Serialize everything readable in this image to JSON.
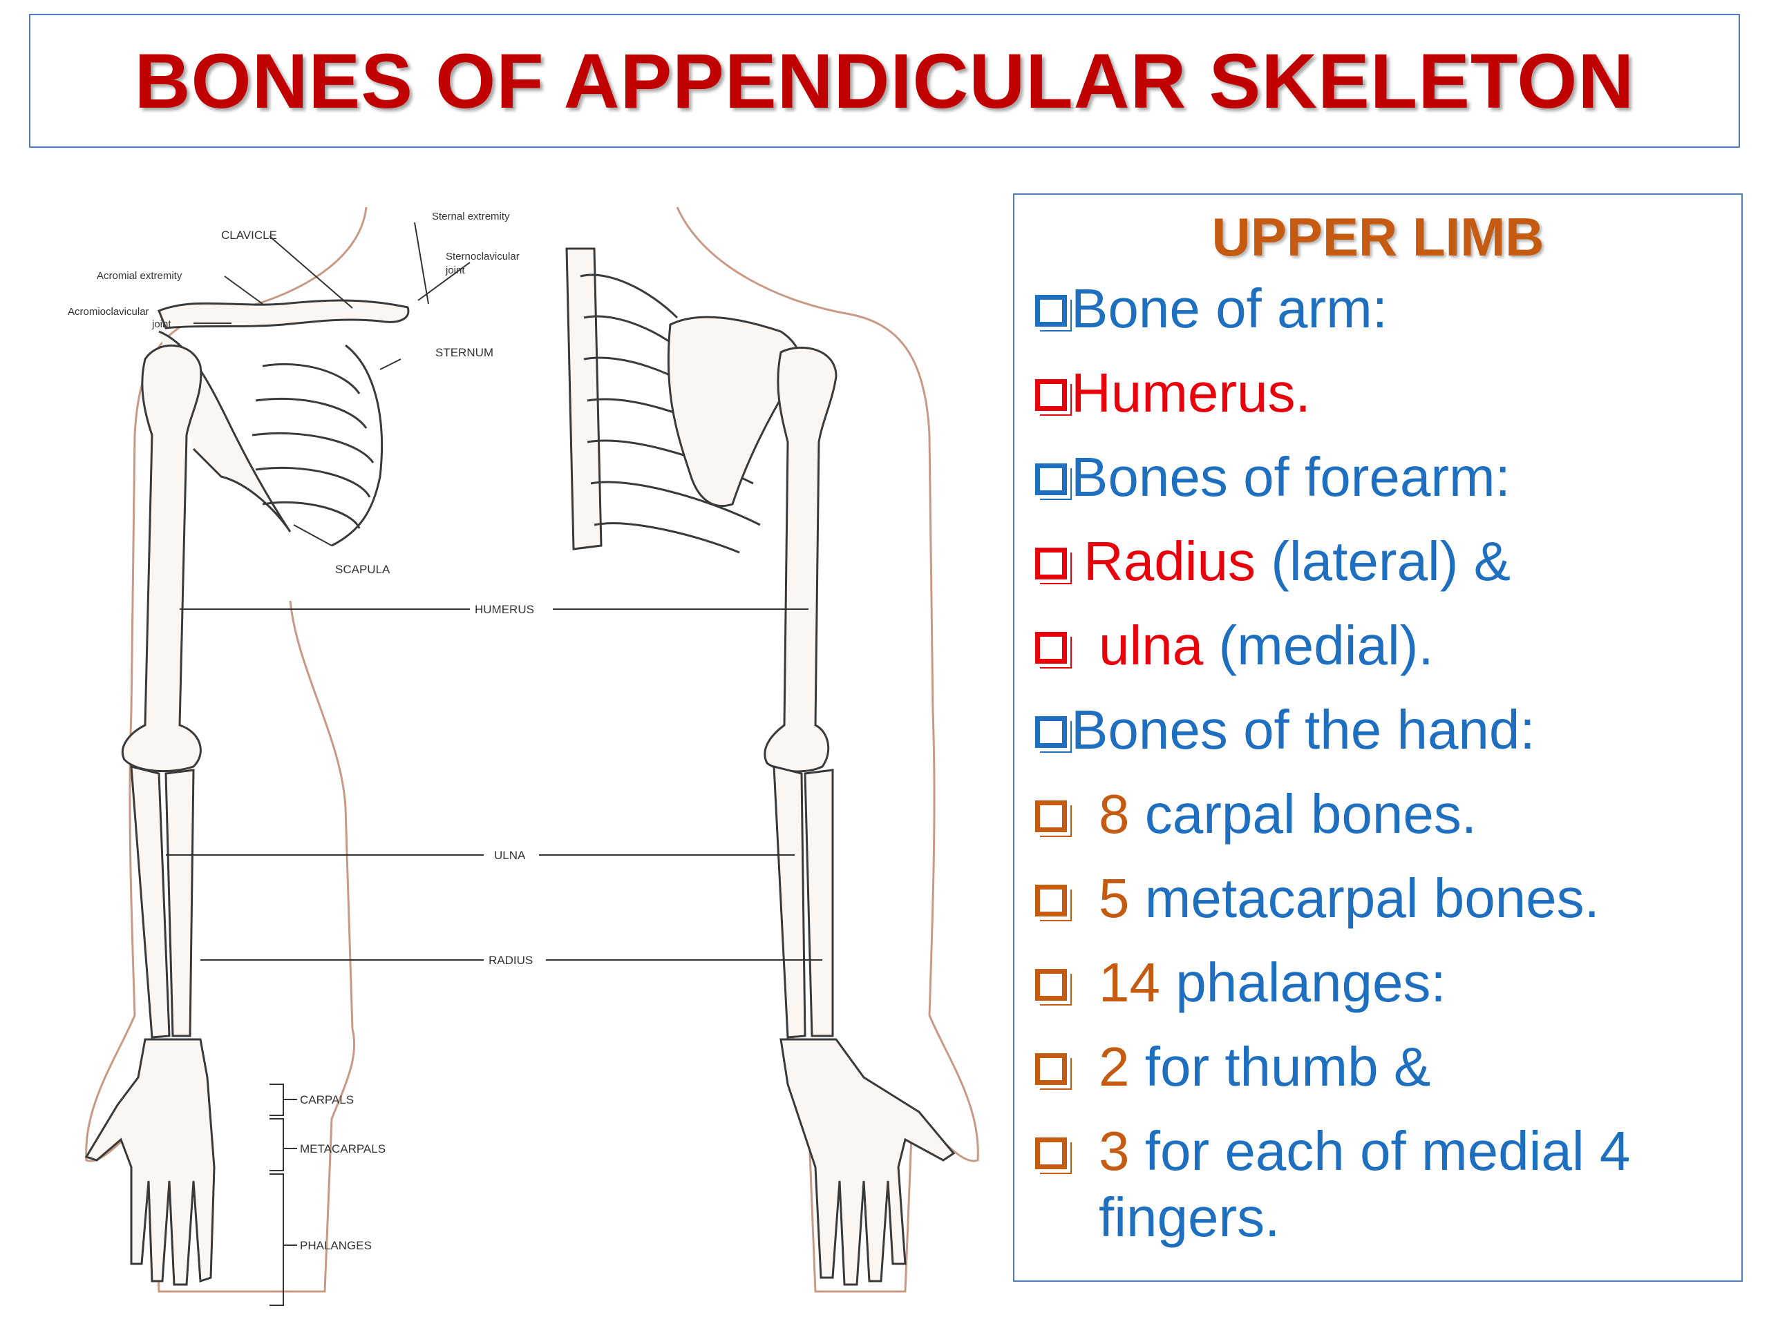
{
  "title": "BONES OF APPENDICULAR SKELETON",
  "figure_labels": {
    "clavicle": "CLAVICLE",
    "sternal_extremity": "Sternal extremity",
    "acromial_extremity": "Acromial extremity",
    "sternoclavicular_joint_1": "Sternoclavicular",
    "sternoclavicular_joint_2": "joint",
    "acromioclavicular_joint_1": "Acromioclavicular",
    "acromioclavicular_joint_2": "joint",
    "sternum": "STERNUM",
    "scapula": "SCAPULA",
    "humerus": "HUMERUS",
    "ulna": "ULNA",
    "radius": "RADIUS",
    "carpals": "CARPALS",
    "metacarpals": "METACARPALS",
    "phalanges": "PHALANGES"
  },
  "panel": {
    "heading": "UPPER LIMB",
    "items": [
      {
        "box_color": "#1f6fc0",
        "parts": [
          "Bone of arm:"
        ]
      },
      {
        "box_color": "#e8000a",
        "parts": [
          "Humerus."
        ]
      },
      {
        "box_color": "#1f6fc0",
        "parts": [
          "Bones of forearm:"
        ]
      },
      {
        "box_color": "#e8000a",
        "parts": [
          "Radius",
          " (lateral) &"
        ]
      },
      {
        "box_color": "#e8000a",
        "parts": [
          "ulna",
          " (medial)."
        ]
      },
      {
        "box_color": "#1f6fc0",
        "parts": [
          "Bones of the hand:"
        ]
      },
      {
        "box_color": "#c55a11",
        "parts": [
          "8",
          " carpal bones."
        ]
      },
      {
        "box_color": "#c55a11",
        "parts": [
          "5",
          " metacarpal bones."
        ]
      },
      {
        "box_color": "#c55a11",
        "parts": [
          "14",
          " phalanges:"
        ]
      },
      {
        "box_color": "#c55a11",
        "parts": [
          "2",
          " for thumb &"
        ]
      },
      {
        "box_color": "#c55a11",
        "parts": [
          "3",
          " for each of medial 4 fingers."
        ]
      }
    ]
  },
  "colors": {
    "title": "#c00000",
    "heading": "#c55a11",
    "blue_text": "#1f6fc0",
    "red_text": "#e8000a",
    "orange_text": "#c55a11",
    "border": "#4f7fbf"
  }
}
